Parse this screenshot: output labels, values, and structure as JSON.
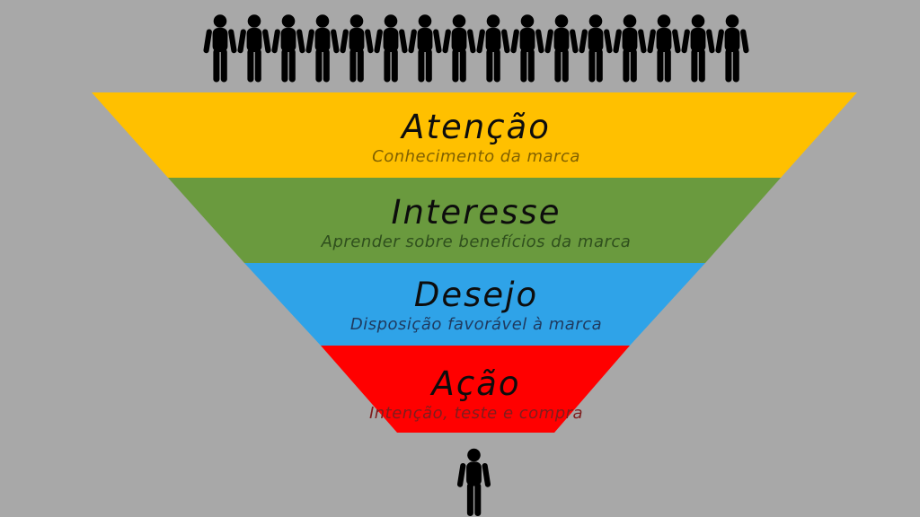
{
  "background_color": "#A8A8A8",
  "audience": {
    "count": 16,
    "icon": "person-icon"
  },
  "funnel": {
    "title_color": "#0D0D0D",
    "layers": [
      {
        "id": "atencao",
        "title": "Atenção",
        "subtitle": "Conhecimento da marca",
        "color": "#FFC000",
        "subtitle_color": "#806000"
      },
      {
        "id": "interesse",
        "title": "Interesse",
        "subtitle": "Aprender sobre benefícios da marca",
        "color": "#6A9A3E",
        "subtitle_color": "#2F4F1D"
      },
      {
        "id": "desejo",
        "title": "Desejo",
        "subtitle": "Disposição favorável à marca",
        "color": "#2FA3E8",
        "subtitle_color": "#1F3A5F"
      },
      {
        "id": "acao",
        "title": "Ação",
        "subtitle": "Intenção, teste e compra",
        "color": "#FF0000",
        "subtitle_color": "#7F1D1D"
      }
    ]
  },
  "converted": {
    "count": 1,
    "icon": "person-icon"
  }
}
